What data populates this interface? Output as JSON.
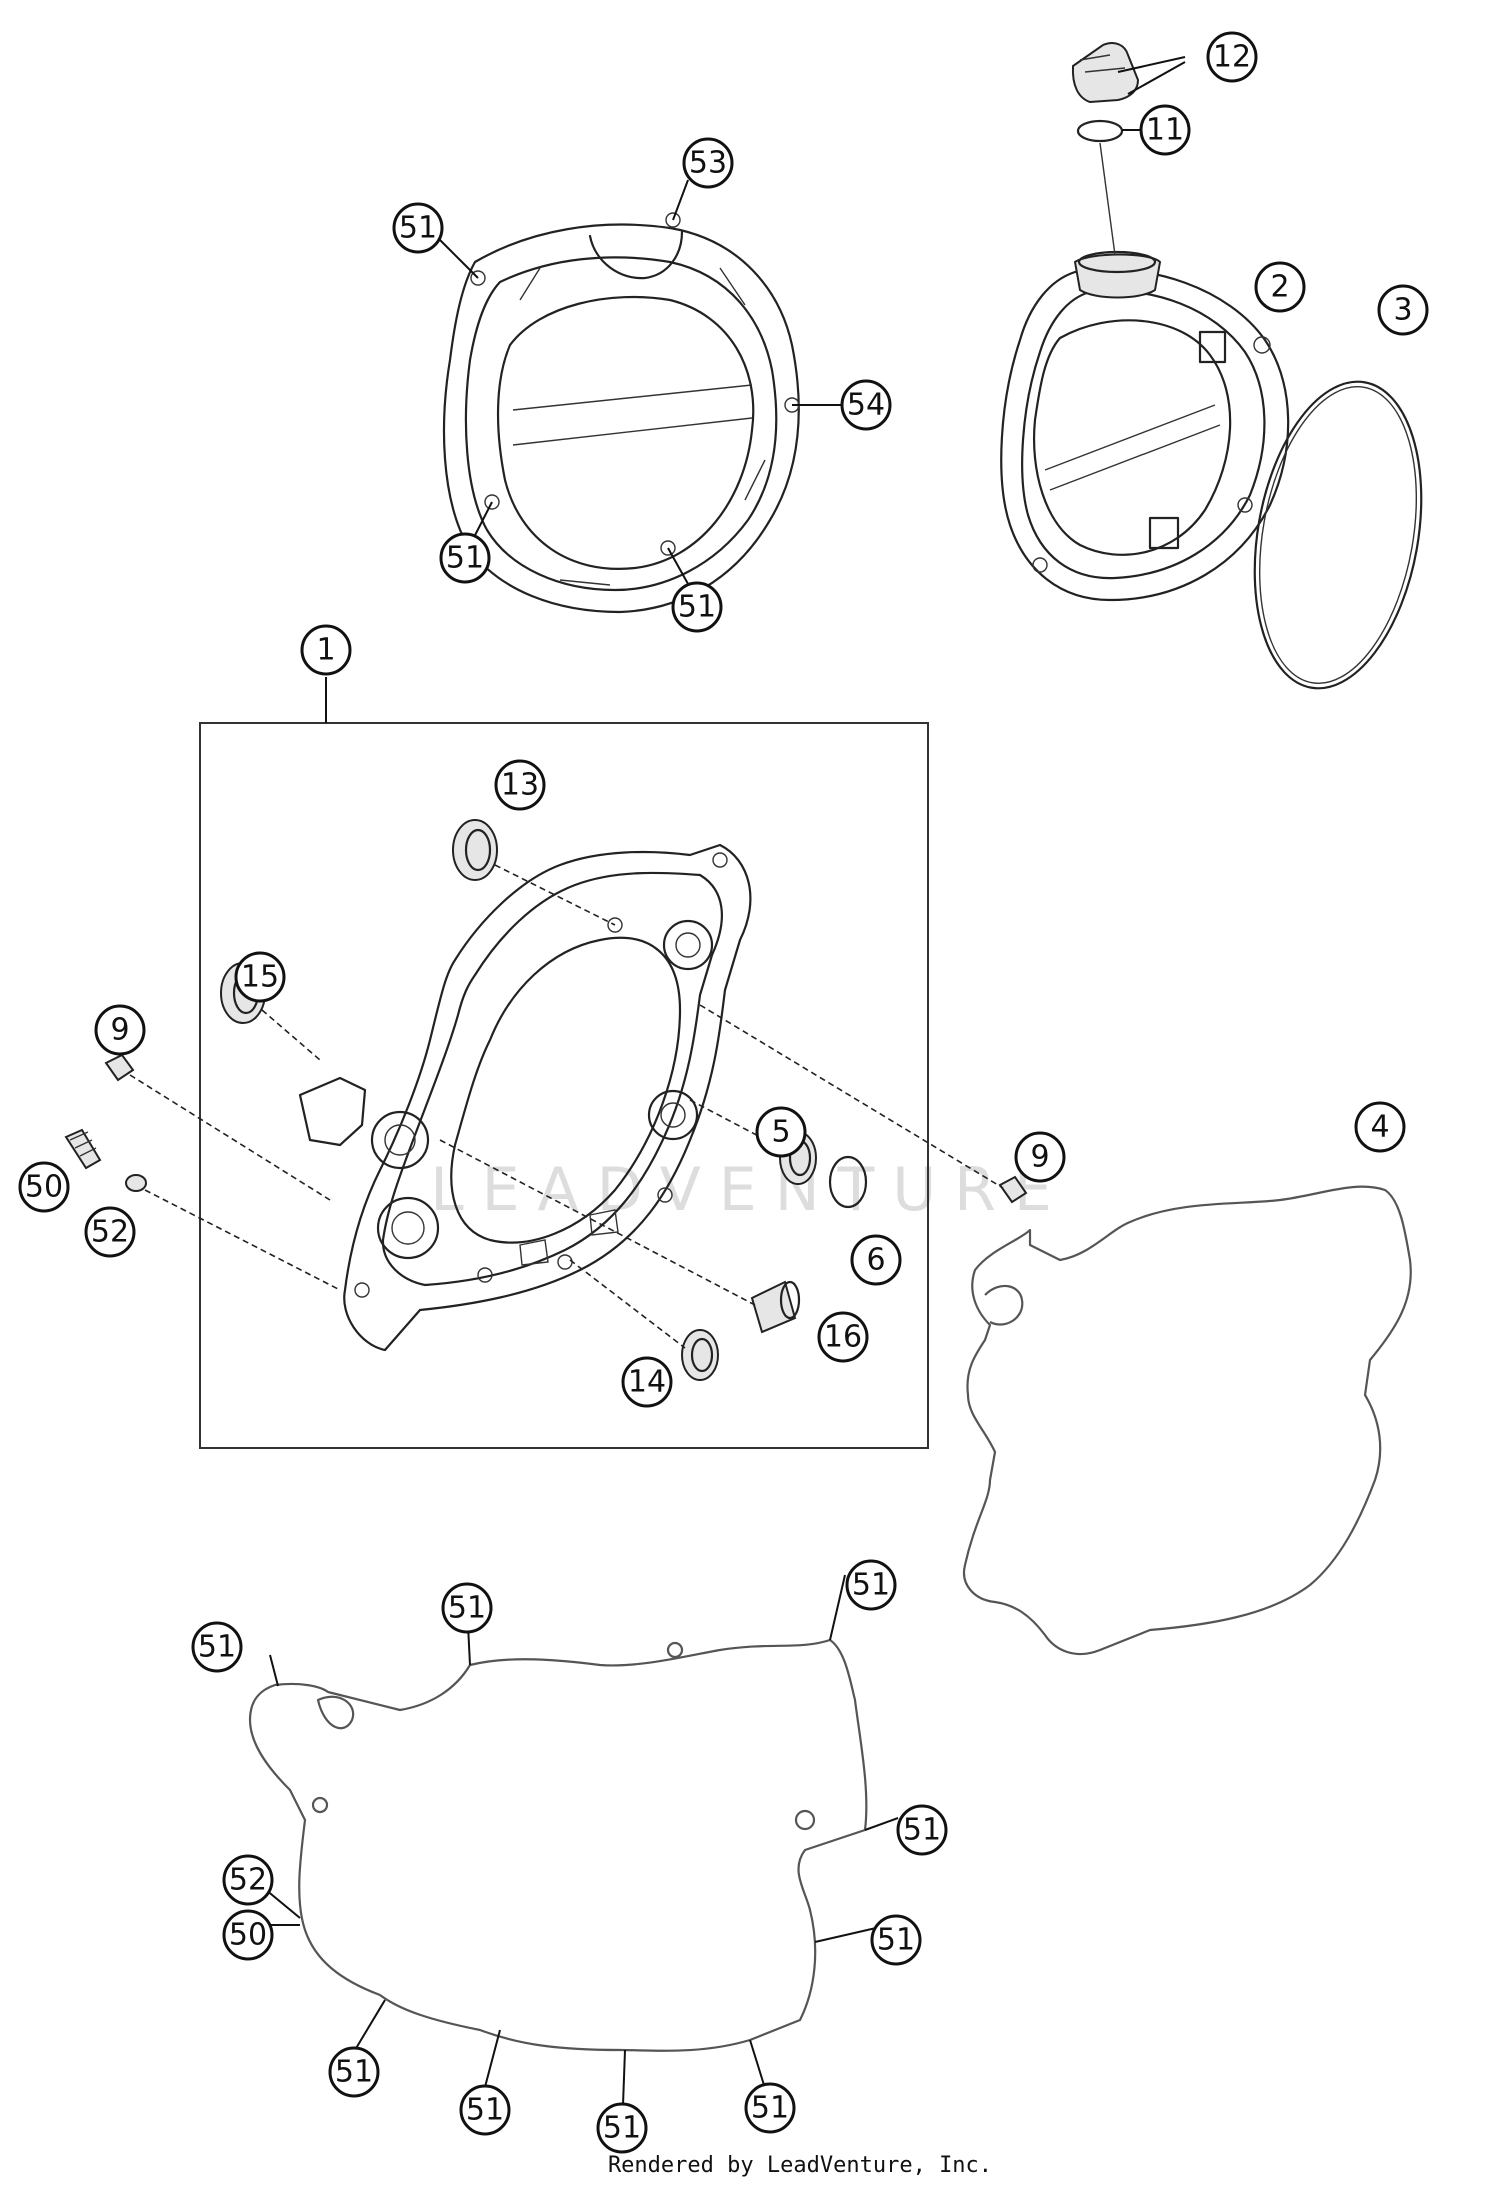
{
  "credit": "Rendered by LeadVenture, Inc.",
  "watermark": "LEADVENTURE",
  "callouts": [
    {
      "label": "1"
    },
    {
      "label": "2"
    },
    {
      "label": "3"
    },
    {
      "label": "4"
    },
    {
      "label": "5"
    },
    {
      "label": "6"
    },
    {
      "label": "9"
    },
    {
      "label": "9"
    },
    {
      "label": "11"
    },
    {
      "label": "12"
    },
    {
      "label": "13"
    },
    {
      "label": "14"
    },
    {
      "label": "15"
    },
    {
      "label": "16"
    },
    {
      "label": "50"
    },
    {
      "label": "52"
    },
    {
      "label": "51"
    },
    {
      "label": "53"
    },
    {
      "label": "54"
    },
    {
      "label": "51"
    },
    {
      "label": "51"
    },
    {
      "label": "51"
    },
    {
      "label": "51"
    },
    {
      "label": "51"
    },
    {
      "label": "51"
    },
    {
      "label": "51"
    },
    {
      "label": "51"
    },
    {
      "label": "51"
    },
    {
      "label": "51"
    },
    {
      "label": "51"
    },
    {
      "label": "52"
    },
    {
      "label": "50"
    }
  ]
}
